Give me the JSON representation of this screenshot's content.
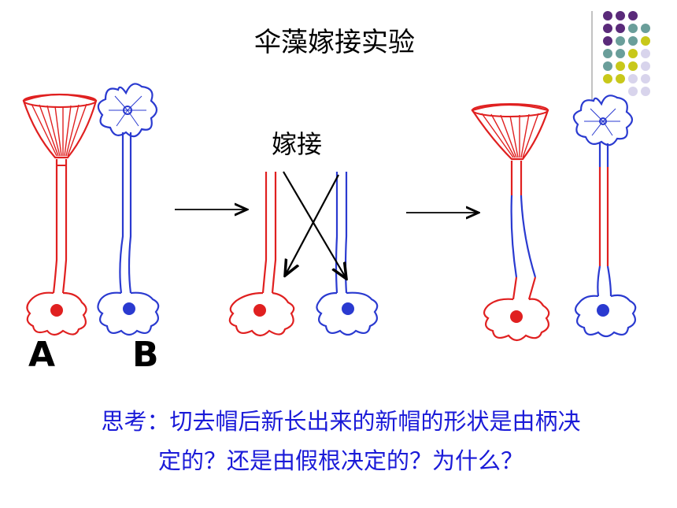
{
  "title": "伞藻嫁接实验",
  "graft_label": "嫁接",
  "labels": {
    "a": "A",
    "b": "B"
  },
  "question": {
    "line1": "思考：切去帽后新长出来的新帽的形状是由柄决",
    "line2": "定的？还是由假根决定的？为什么？"
  },
  "colors": {
    "red": "#e02020",
    "blue": "#2a3ad0",
    "question": "#1a1ad8",
    "dot_purple": "#5a2a7a",
    "dot_teal": "#6a9e9a",
    "dot_yellow": "#c8c81a",
    "dot_lilac": "#d8d4ec"
  },
  "icons": [
    "umbrella-cap-icon",
    "flower-cap-icon",
    "rhizoid-icon",
    "arrow-icon"
  ]
}
